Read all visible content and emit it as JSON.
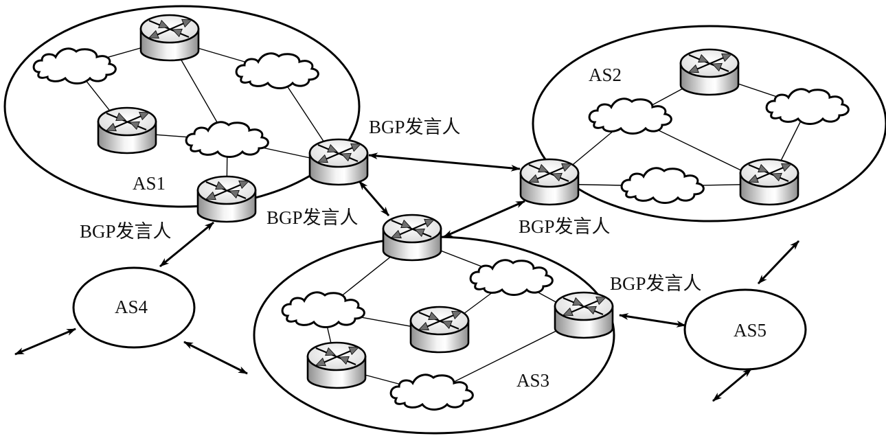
{
  "title": "BGP autonomous system interconnection diagram",
  "colors": {
    "outline": "#000000",
    "router_body_light": "#f2f2f2",
    "router_body_dark": "#9a9a9a",
    "router_top": "#ececec",
    "arrow_fill": "#707070",
    "background": "#ffffff"
  },
  "autonomous_systems": [
    {
      "id": "AS1",
      "label": "AS1"
    },
    {
      "id": "AS2",
      "label": "AS2"
    },
    {
      "id": "AS3",
      "label": "AS3"
    },
    {
      "id": "AS4",
      "label": "AS4"
    },
    {
      "id": "AS5",
      "label": "AS5"
    }
  ],
  "speaker_labels": [
    {
      "id": "as1-upper",
      "text": "BGP发言人"
    },
    {
      "id": "as1-lower",
      "text": "BGP发言人"
    },
    {
      "id": "as3-top",
      "text": "BGP发言人"
    },
    {
      "id": "as2-left",
      "text": "BGP发言人"
    },
    {
      "id": "as3-right",
      "text": "BGP发言人"
    }
  ],
  "routers": [
    {
      "id": "as1-r1",
      "as": "AS1",
      "role": "internal"
    },
    {
      "id": "as1-r2",
      "as": "AS1",
      "role": "internal"
    },
    {
      "id": "as1-s1",
      "as": "AS1",
      "role": "bgp-speaker"
    },
    {
      "id": "as1-s2",
      "as": "AS1",
      "role": "bgp-speaker"
    },
    {
      "id": "as2-r1",
      "as": "AS2",
      "role": "internal"
    },
    {
      "id": "as2-r2",
      "as": "AS2",
      "role": "internal"
    },
    {
      "id": "as2-s1",
      "as": "AS2",
      "role": "bgp-speaker"
    },
    {
      "id": "as3-s1",
      "as": "AS3",
      "role": "bgp-speaker"
    },
    {
      "id": "as3-r1",
      "as": "AS3",
      "role": "internal"
    },
    {
      "id": "as3-r2",
      "as": "AS3",
      "role": "internal"
    },
    {
      "id": "as3-s2",
      "as": "AS3",
      "role": "bgp-speaker"
    }
  ],
  "clouds": [
    {
      "id": "as1-c1",
      "as": "AS1"
    },
    {
      "id": "as1-c2",
      "as": "AS1"
    },
    {
      "id": "as1-c3",
      "as": "AS1"
    },
    {
      "id": "as2-c1",
      "as": "AS2"
    },
    {
      "id": "as2-c2",
      "as": "AS2"
    },
    {
      "id": "as2-c3",
      "as": "AS2"
    },
    {
      "id": "as3-c1",
      "as": "AS3"
    },
    {
      "id": "as3-c2",
      "as": "AS3"
    },
    {
      "id": "as3-c3",
      "as": "AS3"
    }
  ],
  "internal_links": [
    [
      "as1-c1",
      "as1-r1"
    ],
    [
      "as1-r1",
      "as1-c2"
    ],
    [
      "as1-c1",
      "as1-r2"
    ],
    [
      "as1-r1",
      "as1-c3"
    ],
    [
      "as1-r2",
      "as1-c3"
    ],
    [
      "as1-c3",
      "as1-s1"
    ],
    [
      "as1-c2",
      "as1-s1"
    ],
    [
      "as1-c3",
      "as1-s2"
    ],
    [
      "as2-r1",
      "as2-c1"
    ],
    [
      "as2-r1",
      "as2-c2"
    ],
    [
      "as2-c1",
      "as2-s1"
    ],
    [
      "as2-c1",
      "as2-r2"
    ],
    [
      "as2-c2",
      "as2-r2"
    ],
    [
      "as2-s1",
      "as2-c3"
    ],
    [
      "as2-c3",
      "as2-r2"
    ],
    [
      "as3-s1",
      "as3-c1"
    ],
    [
      "as3-s1",
      "as3-c2"
    ],
    [
      "as3-c1",
      "as3-r1"
    ],
    [
      "as3-c1",
      "as3-r2"
    ],
    [
      "as3-c2",
      "as3-r1"
    ],
    [
      "as3-c2",
      "as3-s2"
    ],
    [
      "as3-r2",
      "as3-c3"
    ],
    [
      "as3-c3",
      "as3-s2"
    ]
  ],
  "bgp_sessions": [
    [
      "as1-s1",
      "as2-s1"
    ],
    [
      "as1-s1",
      "as3-s1"
    ],
    [
      "as3-s1",
      "as2-s1"
    ],
    [
      "as1-s2",
      "AS4"
    ],
    [
      "as3-s2",
      "AS5"
    ]
  ],
  "external_stubs": [
    {
      "from": "AS4",
      "direction": "lower-left"
    },
    {
      "from": "AS4",
      "direction": "lower-right"
    },
    {
      "from": "AS5",
      "direction": "upper-right"
    },
    {
      "from": "AS5",
      "direction": "lower-left"
    }
  ]
}
